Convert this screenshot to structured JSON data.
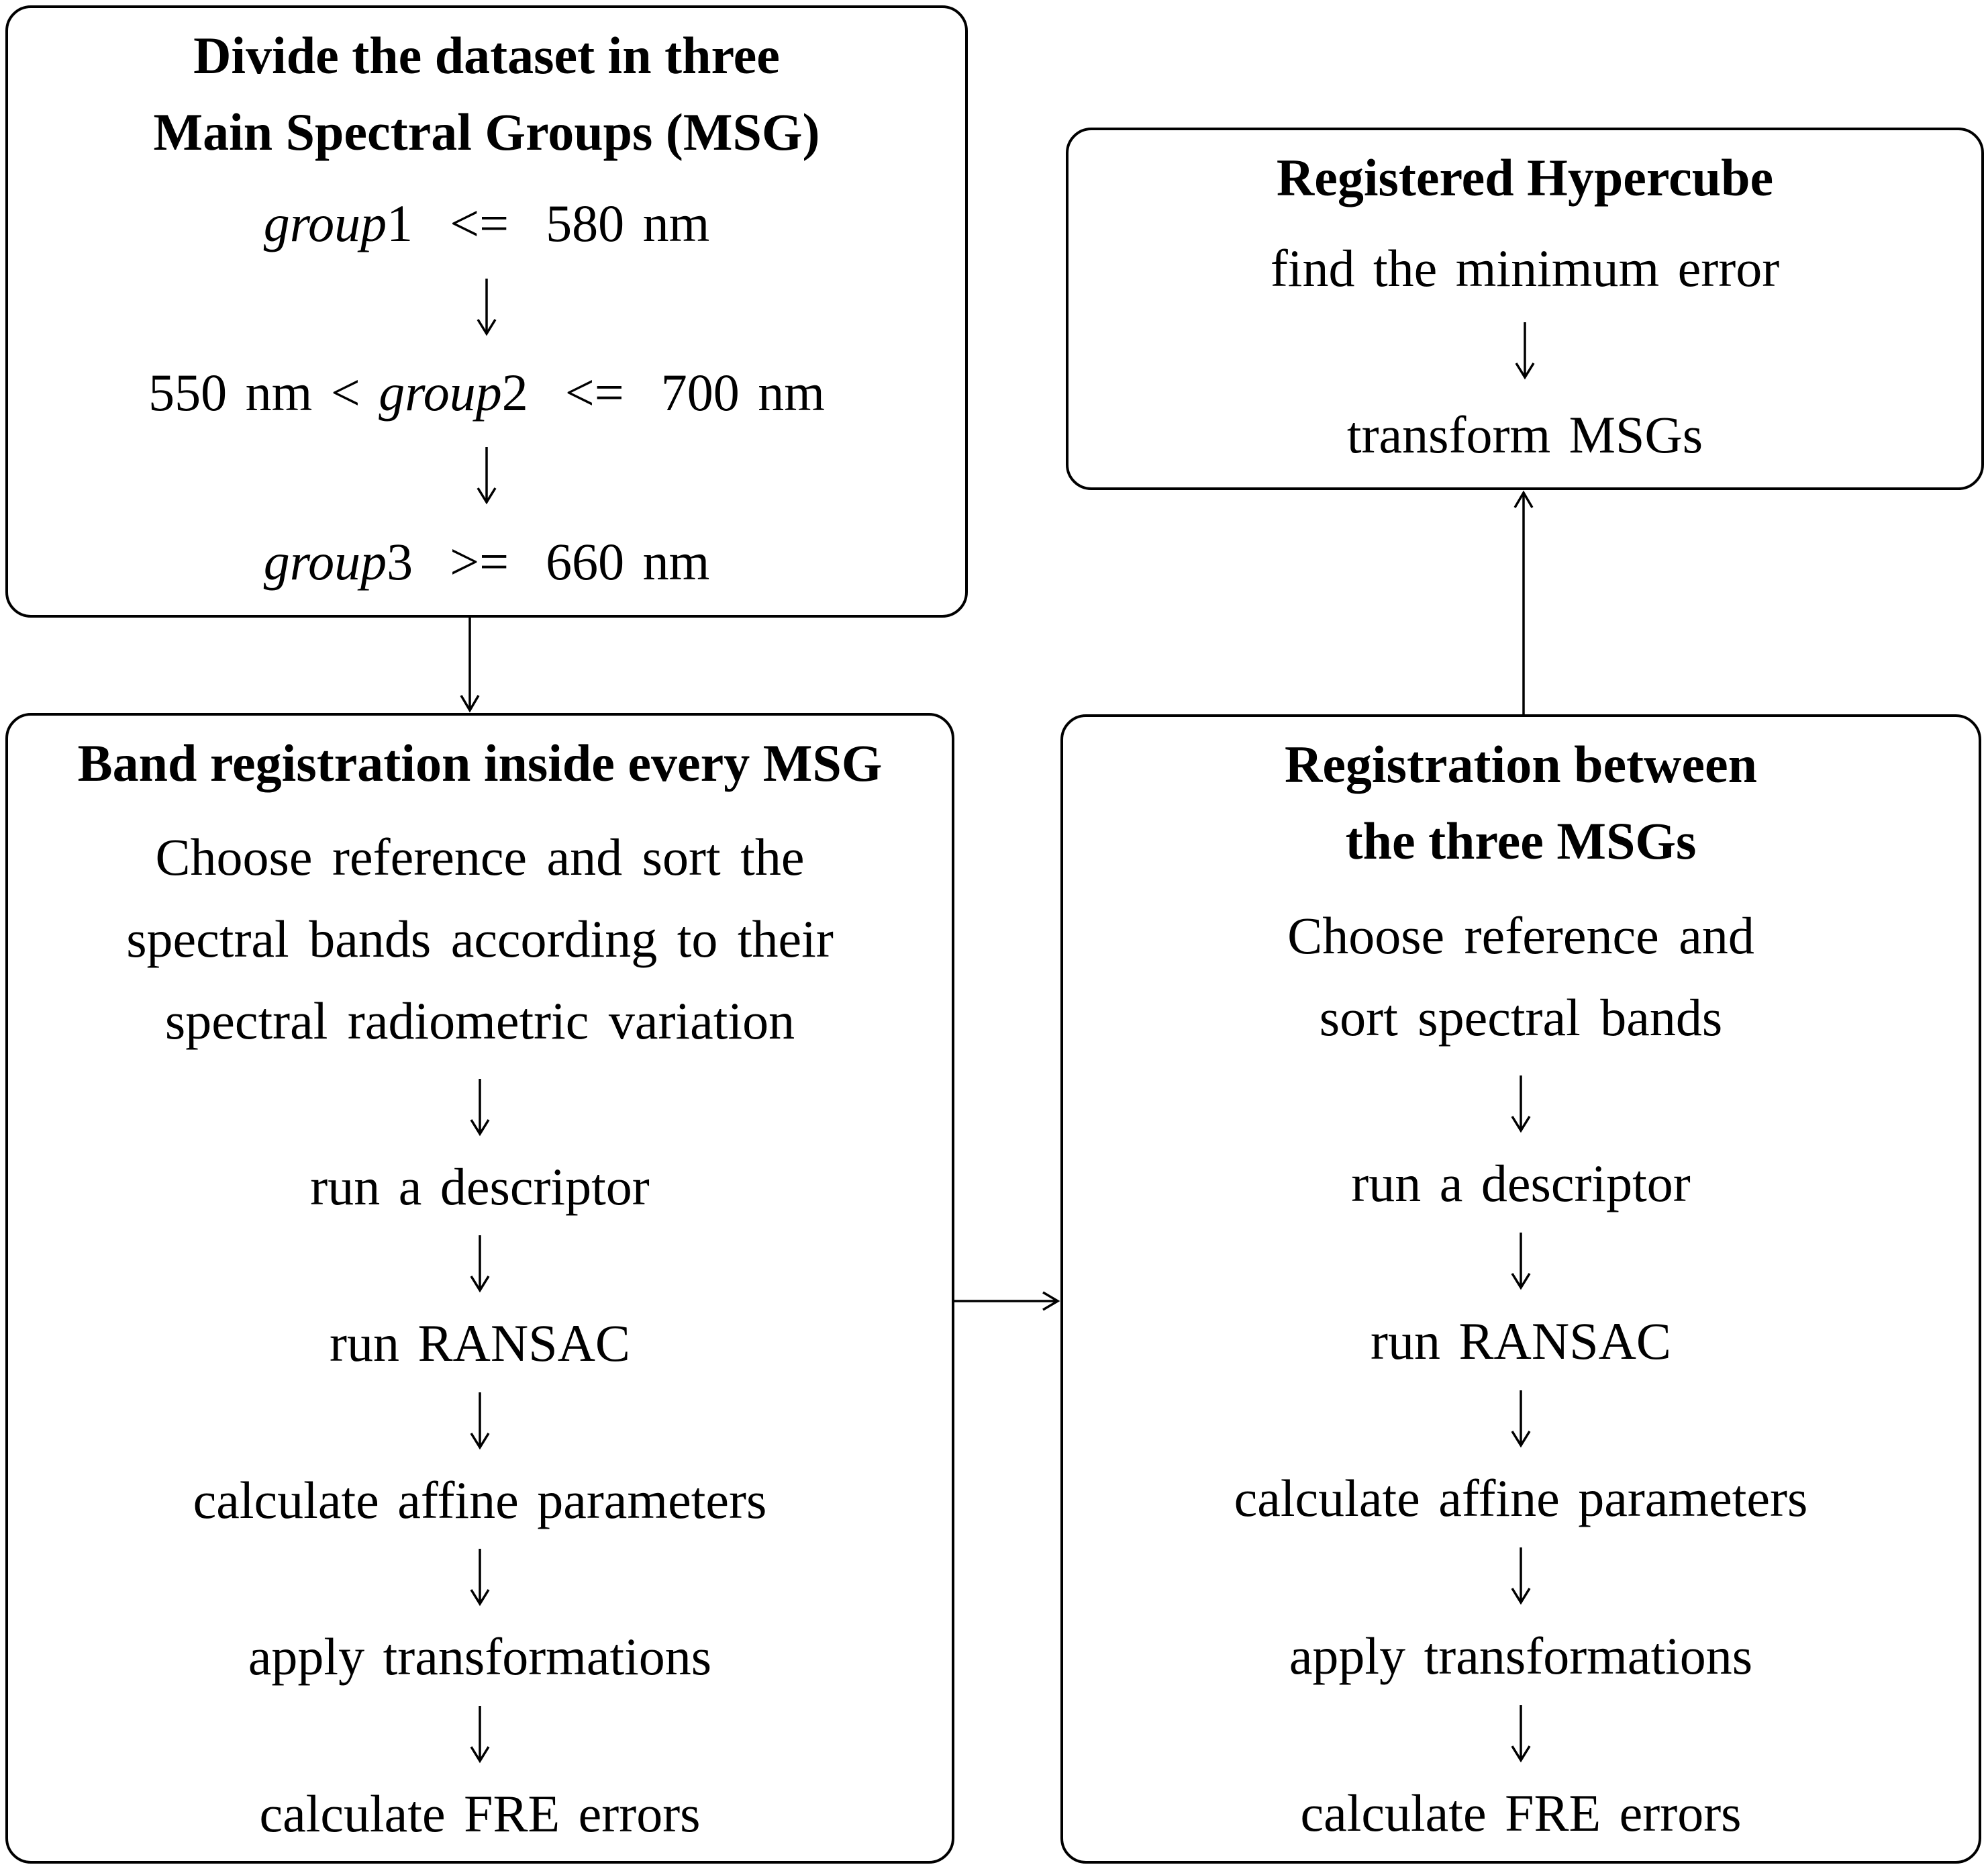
{
  "colors": {
    "background": "#ffffff",
    "line": "#000000",
    "text": "#000000"
  },
  "boxes": {
    "divide": {
      "title_line1": "Divide the dataset in three",
      "title_line2": "Main Spectral Groups (MSG)",
      "rows": [
        {
          "lead": "",
          "var": "group",
          "rest": "1  <=  580 nm"
        },
        {
          "lead": "550 nm < ",
          "var": "group",
          "rest": "2  <=  700 nm"
        },
        {
          "lead": "",
          "var": "group",
          "rest": "3  >=  660 nm"
        }
      ]
    },
    "hypercube": {
      "title": "Registered Hypercube",
      "line1": "find the minimum error",
      "line2": "transform MSGs"
    },
    "band_registration": {
      "title": "Band registration inside every MSG",
      "para": [
        "Choose reference and sort the",
        "spectral bands according to their",
        "spectral radiometric variation"
      ],
      "steps": [
        "run a descriptor",
        "run RANSAC",
        "calculate affine parameters",
        "apply transformations",
        "calculate FRE errors"
      ]
    },
    "msg_registration": {
      "title_line1": "Registration between",
      "title_line2": "the three MSGs",
      "para": [
        "Choose reference and",
        "sort spectral bands"
      ],
      "steps": [
        "run a descriptor",
        "run RANSAC",
        "calculate affine parameters",
        "apply transformations",
        "calculate FRE errors"
      ]
    }
  }
}
